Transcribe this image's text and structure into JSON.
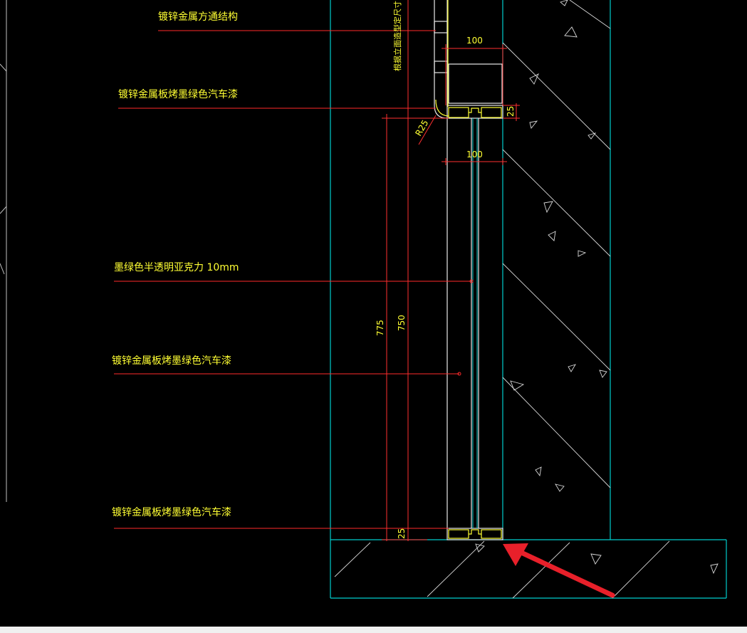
{
  "drawing": {
    "colors": {
      "background": "#000000",
      "leader_line": "#ff2a2a",
      "dimension_line": "#ff3030",
      "text": "#ffff33",
      "outline": "#ffffff",
      "wall": "#00d0d0",
      "hatch": "#ffffff",
      "arrow": "#e8202a"
    },
    "labels": {
      "tube_structure": "镀锌金属方通结构",
      "panel_top": "镀锌金属板烤墨绿色汽车漆",
      "acrylic": "墨绿色半透明亚克力 10mm",
      "panel_mid": "镀锌金属板烤墨绿色汽车漆",
      "panel_bottom": "镀锌金属板烤墨绿色汽车漆",
      "vertical_note": "根据立面造型定尺寸"
    },
    "dimensions": {
      "width_top": "100",
      "width_mid": "100",
      "thickness_top": "25",
      "radius": "R25",
      "total_height": "775",
      "panel_height": "750",
      "thickness_bottom": "25"
    }
  }
}
